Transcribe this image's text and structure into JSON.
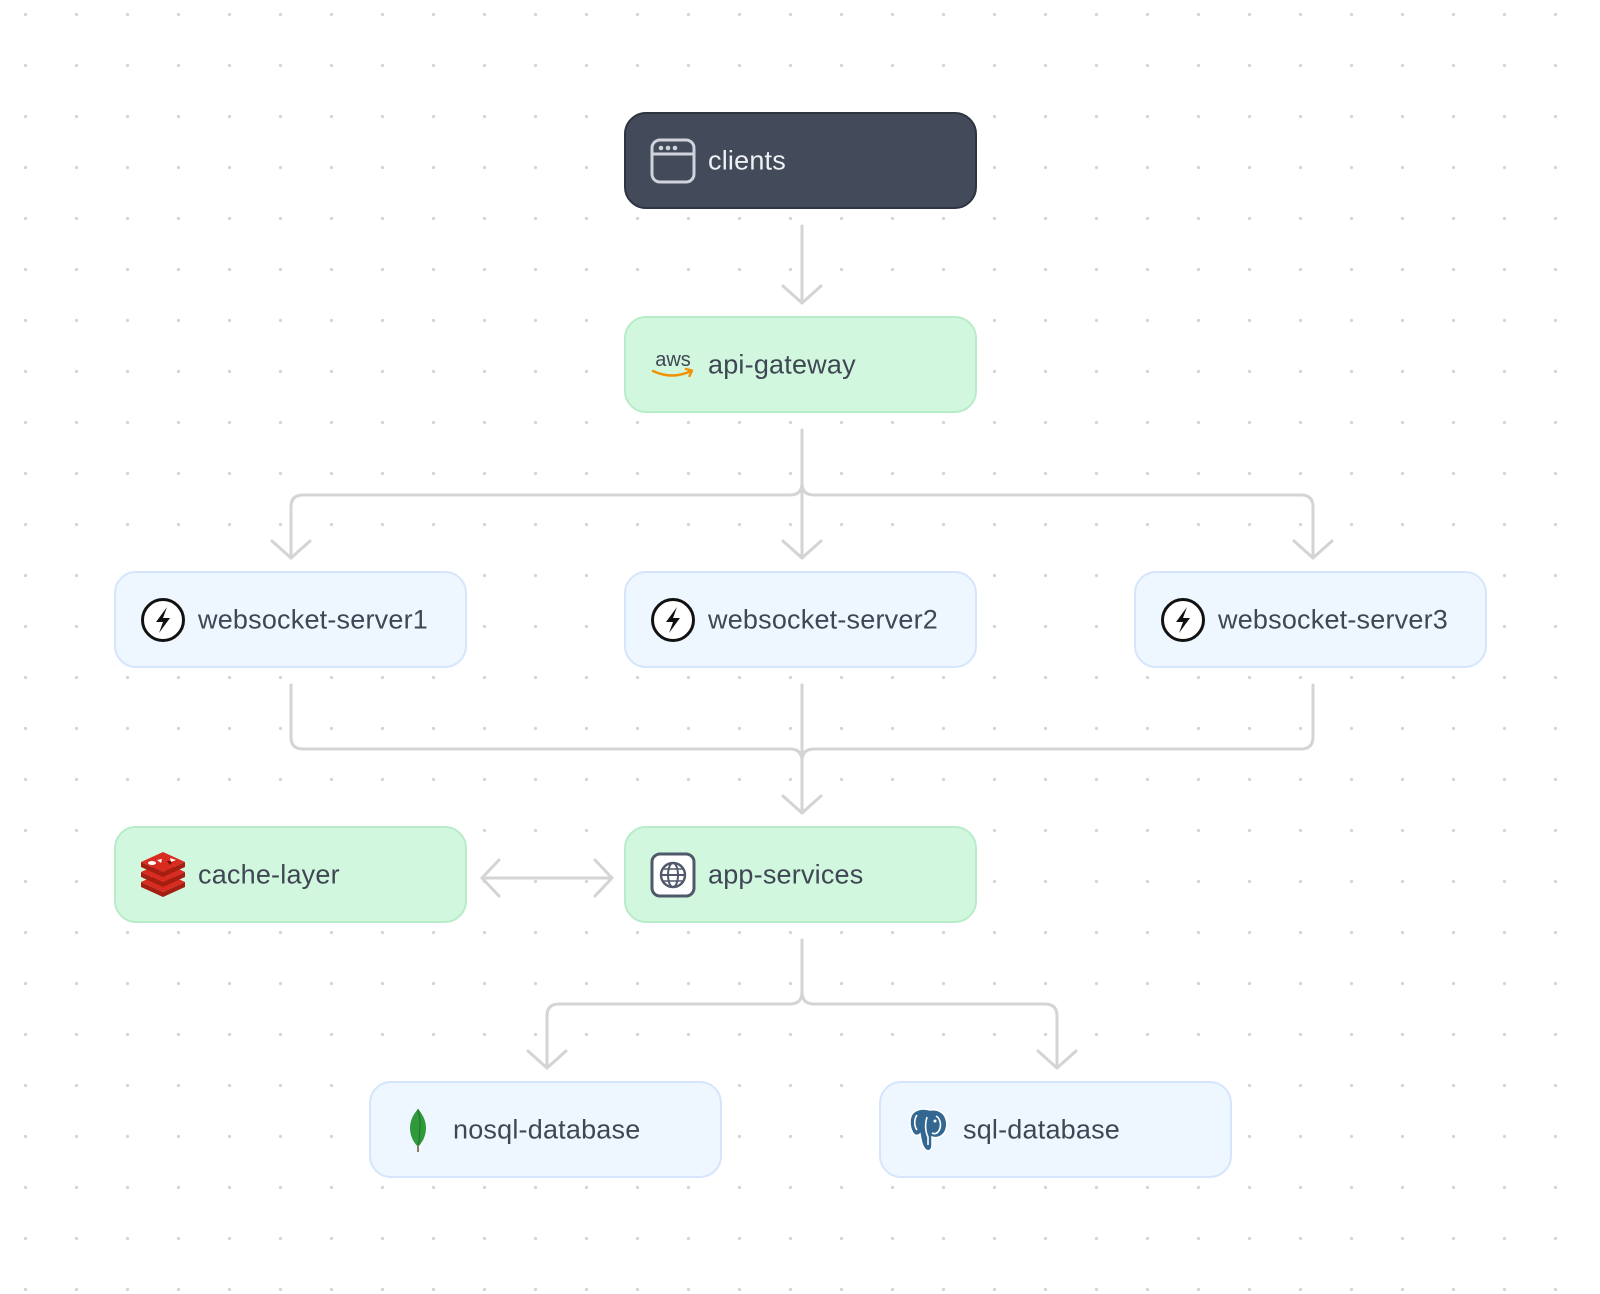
{
  "diagram": {
    "nodes": [
      {
        "id": "clients",
        "label": "clients",
        "icon": "browser-window-icon",
        "style": "dark"
      },
      {
        "id": "api-gateway",
        "label": "api-gateway",
        "icon": "aws-icon",
        "style": "green"
      },
      {
        "id": "websocket-server1",
        "label": "websocket-server1",
        "icon": "socketio-icon",
        "style": "blue"
      },
      {
        "id": "websocket-server2",
        "label": "websocket-server2",
        "icon": "socketio-icon",
        "style": "blue"
      },
      {
        "id": "websocket-server3",
        "label": "websocket-server3",
        "icon": "socketio-icon",
        "style": "blue"
      },
      {
        "id": "cache-layer",
        "label": "cache-layer",
        "icon": "redis-icon",
        "style": "green"
      },
      {
        "id": "app-services",
        "label": "app-services",
        "icon": "globe-icon",
        "style": "green"
      },
      {
        "id": "nosql-database",
        "label": "nosql-database",
        "icon": "mongodb-leaf-icon",
        "style": "blue"
      },
      {
        "id": "sql-database",
        "label": "sql-database",
        "icon": "postgresql-elephant-icon",
        "style": "blue"
      }
    ],
    "edges": [
      {
        "from": "clients",
        "to": "api-gateway"
      },
      {
        "from": "api-gateway",
        "to": "websocket-server1"
      },
      {
        "from": "api-gateway",
        "to": "websocket-server2"
      },
      {
        "from": "api-gateway",
        "to": "websocket-server3"
      },
      {
        "from": "websocket-server1",
        "to": "app-services"
      },
      {
        "from": "websocket-server2",
        "to": "app-services"
      },
      {
        "from": "websocket-server3",
        "to": "app-services"
      },
      {
        "from": "cache-layer",
        "to": "app-services",
        "bidirectional": true
      },
      {
        "from": "app-services",
        "to": "nosql-database"
      },
      {
        "from": "app-services",
        "to": "sql-database"
      }
    ],
    "icon_text": {
      "aws": "aws"
    },
    "colors": {
      "dark_node": "#434a5a",
      "green_node": "#d2f7df",
      "blue_node": "#eef6ff",
      "edge": "#d4d4d4",
      "redis": "#d52a27",
      "mongodb": "#2f9a3c",
      "postgresql": "#336791",
      "aws_arrow": "#f29100"
    }
  }
}
